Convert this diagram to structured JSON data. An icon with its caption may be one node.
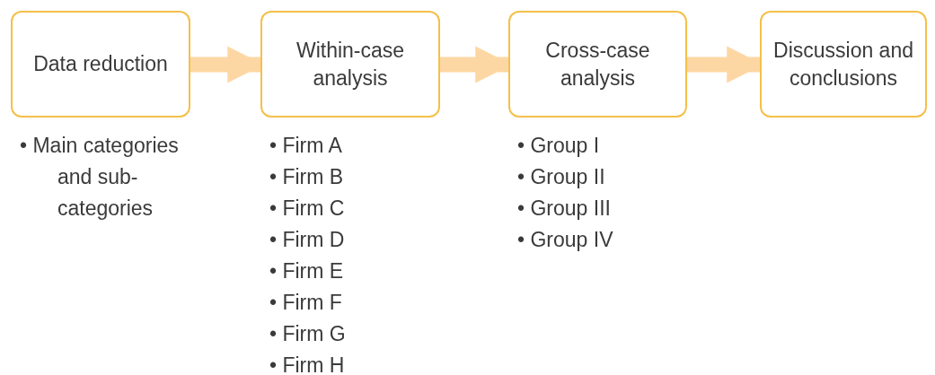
{
  "diagram": {
    "nodes": [
      {
        "text": [
          "Data reduction"
        ],
        "beside": [
          "• Main categories and sub-categories"
        ]
      },
      {
        "text": [
          "Within-case analysis"
        ],
        "beside": [
          "• Firm A",
          "• Firm B",
          "• Firm C",
          "• Firm D",
          "• Firm E",
          "• Firm F",
          "• Firm G",
          "• Firm H"
        ]
      },
      {
        "text": [
          "Cross-case analysis"
        ],
        "beside": [
          "• Group I",
          "• Group II",
          "• Group III",
          "• Group IV"
        ]
      },
      {
        "text": [
          "Discussion and conclusions"
        ]
      }
    ],
    "edges": [
      {
        "from": 0,
        "to": 1,
        "arrow": "to"
      },
      {
        "from": 1,
        "to": 2,
        "arrow": "to"
      },
      {
        "from": 2,
        "to": 3,
        "arrow": "to"
      }
    ]
  }
}
